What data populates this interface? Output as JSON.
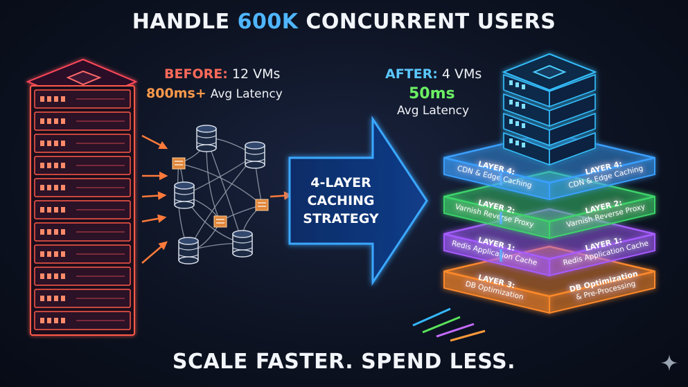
{
  "title": {
    "prefix": "HANDLE ",
    "highlight": "600K",
    "suffix": " CONCURRENT USERS"
  },
  "before": {
    "label": "BEFORE:",
    "vms": "12 VMs",
    "latency_value": "800ms+",
    "latency_text": "Avg Latency"
  },
  "after": {
    "label": "AFTER:",
    "vms": "4 VMs",
    "latency_value": "50ms",
    "latency_text": "Avg Latency"
  },
  "arrow": {
    "lines": [
      "4-LAYER",
      "CACHING",
      "STRATEGY"
    ]
  },
  "layers": [
    {
      "id": "cdn",
      "left_line1": "LAYER 4:",
      "left_line2": "CDN & Edge Caching",
      "right_line1": "LAYER 4:",
      "right_line2": "CDN & Edge Caching",
      "color": "#3aa0ff"
    },
    {
      "id": "varnish",
      "left_line1": "LAYER 2:",
      "left_line2": "Varnish Reverse Proxy",
      "right_line1": "LAYER 2:",
      "right_line2": "Varnish Reverse Proxy",
      "color": "#3ed46a"
    },
    {
      "id": "redis",
      "left_line1": "LAYER 1:",
      "left_line2": "Redis Application Cache",
      "right_line1": "LAYER 1:",
      "right_line2": "Redis Application Cache",
      "color": "#a65cff"
    },
    {
      "id": "db",
      "left_line1": "LAYER 3:",
      "left_line2": "DB Optimization",
      "right_line1": "DB Optimization",
      "right_line2": "& Pre-Processing",
      "color": "#ff8a2a"
    }
  ],
  "footer": "SCALE FASTER. SPEND LESS.",
  "colors": {
    "before": "#ff5050",
    "after": "#3aa0ff",
    "accent": "#4fb6ff"
  },
  "icons": [
    "server-rack-icon",
    "database-icon",
    "document-icon",
    "sparkle-icon"
  ]
}
